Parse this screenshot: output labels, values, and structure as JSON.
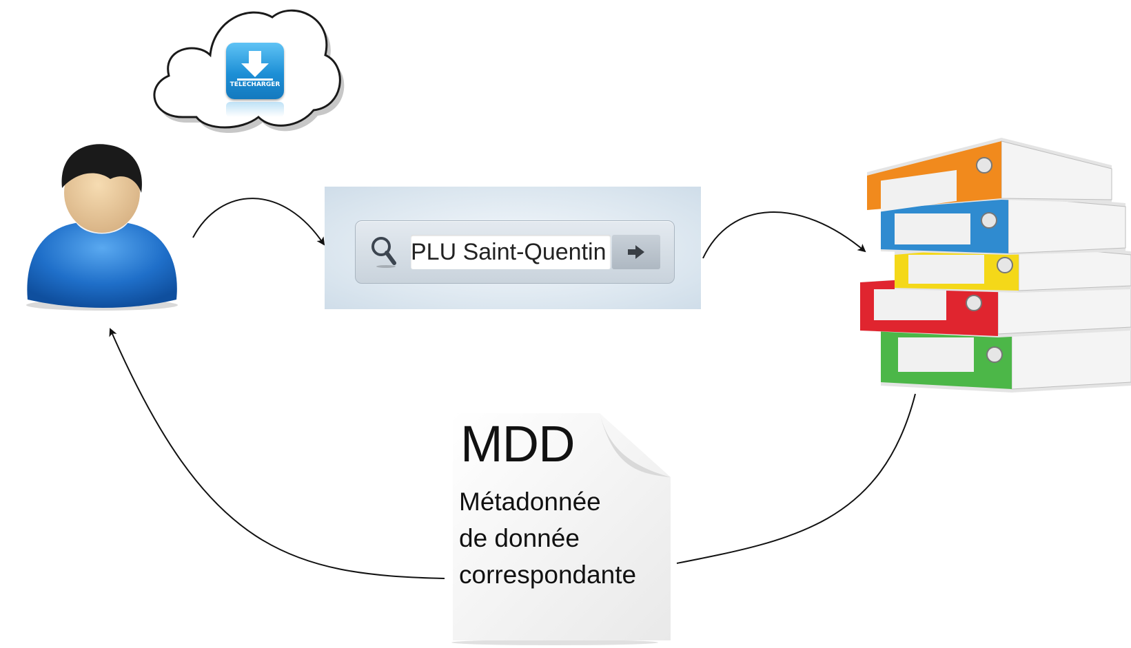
{
  "cloud": {
    "download_label": "TELECHARGER"
  },
  "search": {
    "query": "PLU Saint-Quentin"
  },
  "document": {
    "title": "MDD",
    "description_lines": [
      "Métadonnée",
      "de donnée",
      "correspondante"
    ]
  }
}
